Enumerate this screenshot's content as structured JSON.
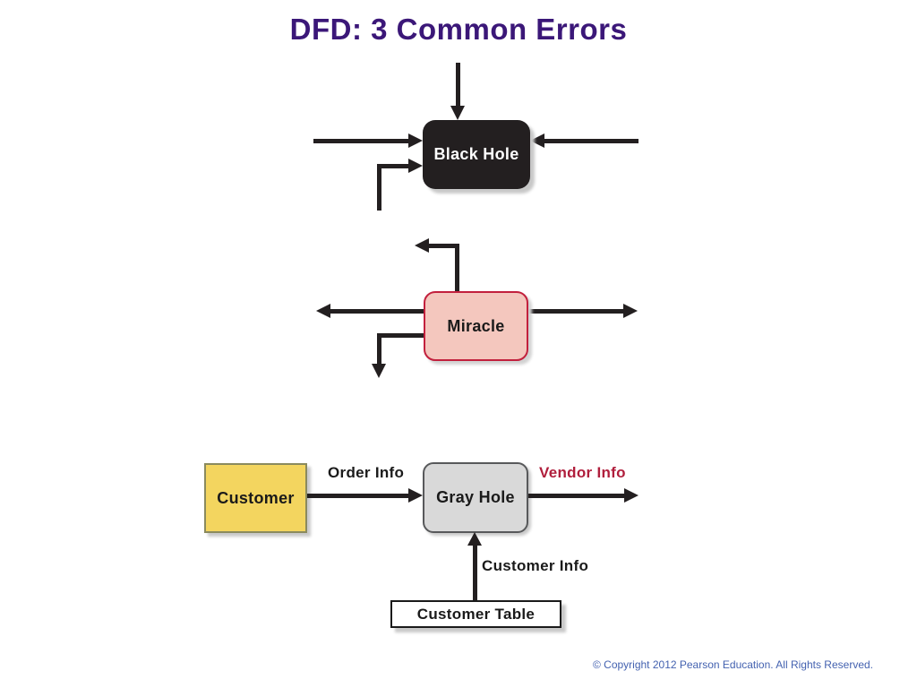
{
  "title": "DFD: 3 Common Errors",
  "diagrams": {
    "black_hole": {
      "label": "Black Hole"
    },
    "miracle": {
      "label": "Miracle"
    },
    "gray_hole": {
      "process_label": "Gray Hole",
      "customer_label": "Customer",
      "customer_table_label": "Customer Table",
      "order_info_label": "Order Info",
      "vendor_info_label": "Vendor Info",
      "customer_info_label": "Customer Info"
    }
  },
  "footer": {
    "copyright": "© Copyright 2012 Pearson Education. All Rights Reserved."
  },
  "colors": {
    "title_color": "#3B1778",
    "line_color": "#231F20",
    "black_hole_fill": "#231F20",
    "black_hole_text": "#FFFFFF",
    "miracle_fill": "#F4C7BE",
    "miracle_border": "#C2203D",
    "gray_hole_fill": "#D9D9D9",
    "gray_hole_border": "#58595B",
    "customer_fill": "#F3D55F",
    "customer_border": "#8A8A5E",
    "vendor_label_color": "#B01E3C",
    "copyright_color": "#4462B0"
  }
}
